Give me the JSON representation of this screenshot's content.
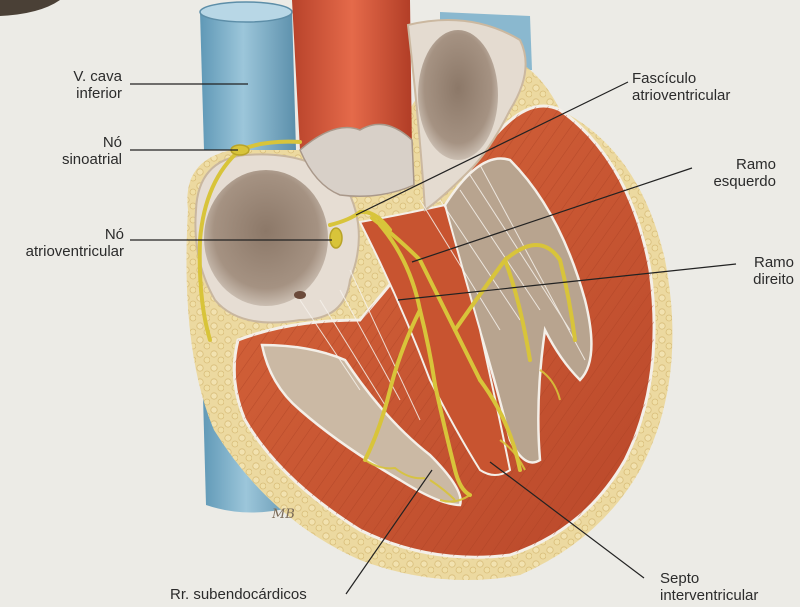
{
  "labels": {
    "vcava": {
      "line1": "V. cava",
      "line2": "inferior"
    },
    "no_sinoatrial": {
      "line1": "Nó",
      "line2": "sinoatrial"
    },
    "no_atrioventricular": {
      "line1": "Nó",
      "line2": "atrioventricular"
    },
    "fasciculo": {
      "line1": "Fascículo",
      "line2": "atrioventricular"
    },
    "ramo_esquerdo": {
      "line1": "Ramo",
      "line2": "esquerdo"
    },
    "ramo_direito": {
      "line1": "Ramo",
      "line2": "direito"
    },
    "subendocardicos": {
      "line1": "Rr. subendocárdicos"
    },
    "septo": {
      "line1": "Septo",
      "line2": "interventricular"
    }
  },
  "artist_signature": "MB",
  "colors": {
    "background": "#ecebe6",
    "vena_cava": "#7fb3cc",
    "aorta": "#d9573a",
    "myocardium": "#c9542f",
    "fat": "#ecd9a0",
    "conduction": "#d8c43a",
    "cavity": "#cbb9a4",
    "atrium_interior": "#a89684",
    "leader_line": "#222222"
  }
}
